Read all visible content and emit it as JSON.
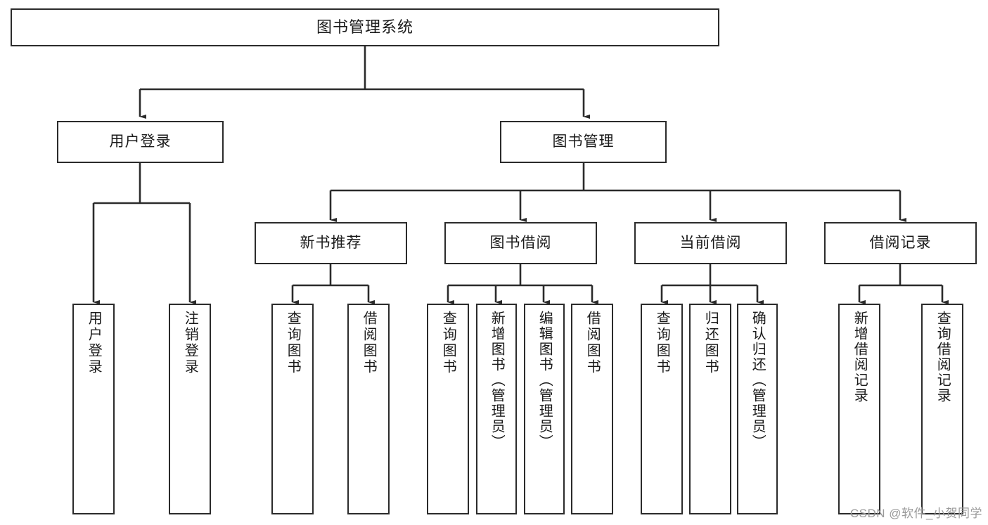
{
  "diagram": {
    "title": "图书管理系统",
    "type": "tree-hierarchy",
    "stroke_color": "#2b2b2b",
    "background_color": "#ffffff",
    "text_color": "#1a1a1a"
  },
  "root": {
    "label": "图书管理系统"
  },
  "level2": [
    {
      "label": "用户登录"
    },
    {
      "label": "图书管理"
    }
  ],
  "level3": [
    {
      "label": "新书推荐"
    },
    {
      "label": "图书借阅"
    },
    {
      "label": "当前借阅"
    },
    {
      "label": "借阅记录"
    }
  ],
  "leaves": [
    {
      "label": "用户登录",
      "parent": "用户登录"
    },
    {
      "label": "注销登录",
      "parent": "用户登录"
    },
    {
      "label": "查询图书",
      "parent": "新书推荐"
    },
    {
      "label": "借阅图书",
      "parent": "新书推荐"
    },
    {
      "label": "查询图书",
      "parent": "图书借阅"
    },
    {
      "label": "新增图书（管理员）",
      "parent": "图书借阅"
    },
    {
      "label": "编辑图书（管理员）",
      "parent": "图书借阅"
    },
    {
      "label": "借阅图书",
      "parent": "图书借阅"
    },
    {
      "label": "查询图书",
      "parent": "当前借阅"
    },
    {
      "label": "归还图书",
      "parent": "当前借阅"
    },
    {
      "label": "确认归还（管理员）",
      "parent": "当前借阅"
    },
    {
      "label": "新增借阅记录",
      "parent": "借阅记录"
    },
    {
      "label": "查询借阅记录",
      "parent": "借阅记录"
    }
  ],
  "watermark": {
    "text": "CSDN @软件_小贺同学"
  }
}
